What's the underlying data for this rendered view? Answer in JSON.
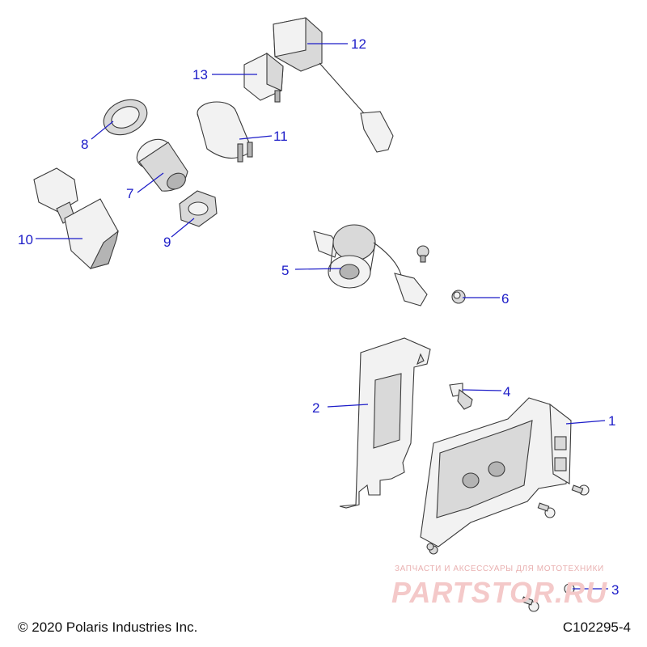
{
  "callouts": [
    {
      "num": "1"
    },
    {
      "num": "2"
    },
    {
      "num": "3"
    },
    {
      "num": "4"
    },
    {
      "num": "5"
    },
    {
      "num": "6"
    },
    {
      "num": "7"
    },
    {
      "num": "8"
    },
    {
      "num": "9"
    },
    {
      "num": "10"
    },
    {
      "num": "11"
    },
    {
      "num": "12"
    },
    {
      "num": "13"
    }
  ],
  "footer": {
    "copyright": "© 2020 Polaris Industries Inc.",
    "drawing_id": "C102295-4"
  },
  "watermark": {
    "tagline": "ЗАПЧАСТИ И АКСЕССУАРЫ ДЛЯ МОТОТЕХНИКИ",
    "logo_text": "PARTSTOR.RU"
  },
  "colors": {
    "callout": "#1c1cc8",
    "line_art": "#3a3a3a",
    "watermark": "#f4c9c9"
  }
}
